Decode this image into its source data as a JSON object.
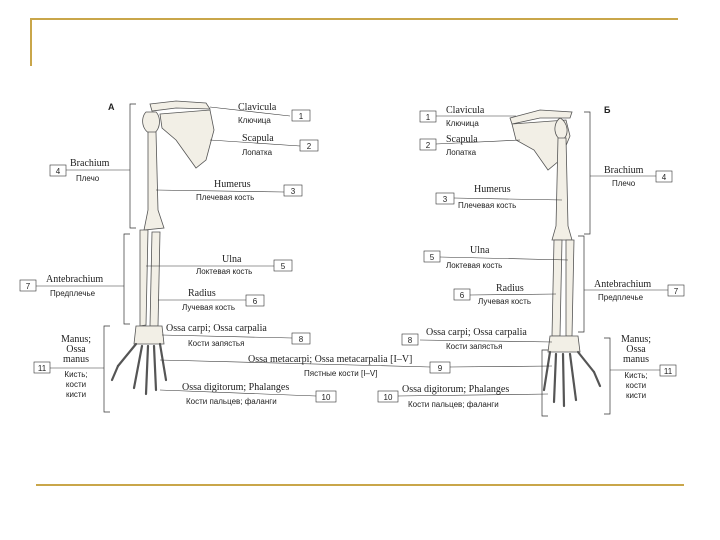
{
  "colors": {
    "frame": "#c9a64a",
    "bone": "#f2efe6",
    "line": "#333333"
  },
  "panels": {
    "left": "А",
    "right": "Б"
  },
  "labels": [
    {
      "num": "1",
      "latin": "Clavicula",
      "russian": "Ключица"
    },
    {
      "num": "2",
      "latin": "Scapula",
      "russian": "Лопатка"
    },
    {
      "num": "3",
      "latin": "Humerus",
      "russian": "Плечевая кость"
    },
    {
      "num": "4",
      "latin": "Brachium",
      "russian": "Плечо"
    },
    {
      "num": "5",
      "latin": "Ulna",
      "russian": "Локтевая кость"
    },
    {
      "num": "6",
      "latin": "Radius",
      "russian": "Лучевая кость"
    },
    {
      "num": "7",
      "latin": "Antebrachium",
      "russian": "Предплечье"
    },
    {
      "num": "8",
      "latin": "Ossa carpi; Ossa carpalia",
      "russian": "Кости запястья"
    },
    {
      "num": "9",
      "latin": "Ossa metacarpi; Ossa metacarpalia [I–V]",
      "russian": "Пястные кости [I–V]"
    },
    {
      "num": "10",
      "latin": "Ossa digitorum; Phalanges",
      "russian": "Кости пальцев; фаланги"
    },
    {
      "num": "11",
      "latin": "Manus; Ossa manus",
      "latin_lines": [
        "Manus;",
        "Ossa",
        "manus"
      ],
      "russian": "Кисть; кости кисти",
      "russian_lines": [
        "Кисть;",
        "кости",
        "кисти"
      ]
    }
  ]
}
